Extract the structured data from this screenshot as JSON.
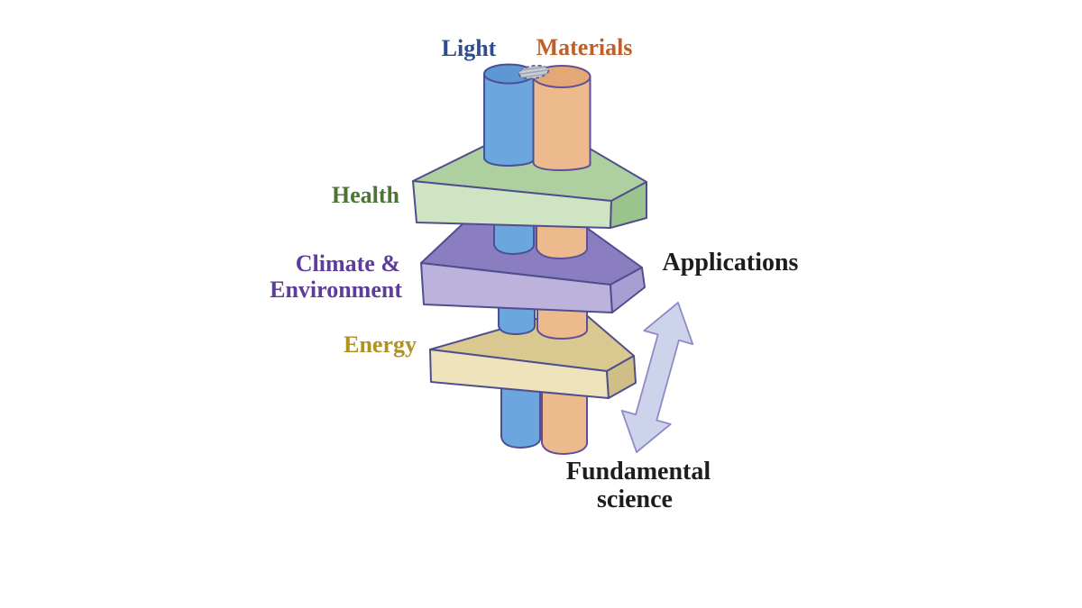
{
  "figure": {
    "inputs": {
      "light": {
        "label": "Light",
        "label_color": "#2e4d8e"
      },
      "materials": {
        "label": "Materials",
        "label_color": "#c05f28"
      }
    },
    "layers": [
      {
        "id": "health",
        "label": "Health",
        "label_color": "#4e7336",
        "top": "#aecf9f",
        "front": "#cfe4c2",
        "side": "#9bc48c"
      },
      {
        "id": "climate",
        "label": "Climate & Environment",
        "label_line1": "Climate &",
        "label_line2": "Environment",
        "label_color": "#5f3c9a",
        "top": "#8b7ec0",
        "front": "#bcb2dc",
        "side": "#a99ed2"
      },
      {
        "id": "energy",
        "label": "Energy",
        "label_color": "#b0931f",
        "top": "#d9c890",
        "front": "#eee3ba",
        "side": "#cfbf86"
      }
    ],
    "axis": {
      "top_label": "Applications",
      "bottom_label_line1": "Fundamental",
      "bottom_label_line2": "science",
      "text_color": "#1d1d1d",
      "arrow_fill": "#ced3ec",
      "arrow_stroke": "#8f8ac5"
    },
    "cylinders": {
      "blue": {
        "fill": "#6ba6de",
        "top_fill": "#5d97d4",
        "stroke": "#4a5096"
      },
      "orange": {
        "fill": "#edba8d",
        "top_fill": "#e3a876",
        "stroke": "#5f5096"
      }
    },
    "overlap": {
      "fill": "#c9cdd6",
      "hatch": "#9aa0ac",
      "stroke": "#555a8f"
    },
    "outline": "#4f4f8f",
    "background": "#ffffff"
  }
}
